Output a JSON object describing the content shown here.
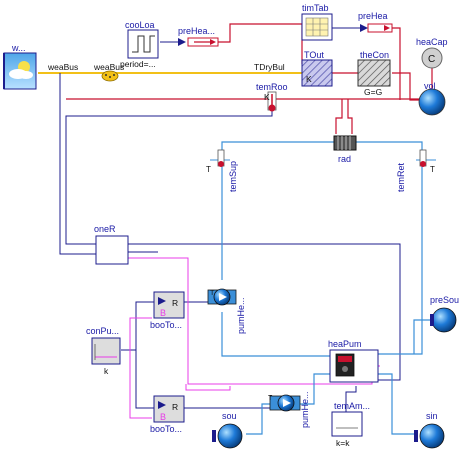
{
  "labels": {
    "weather": "w...",
    "weaBus": "weaBus",
    "weaBus2": "weaBus",
    "cooLoa": "cooLoa",
    "period": "period=...",
    "preHea1": "preHea...",
    "timTab": "timTab",
    "preHea2": "preHea",
    "heaCap": "heaCap",
    "heaCapSym": "C",
    "tout": "TOut",
    "toutK": "K",
    "theCon": "theCon",
    "theConGG": "G=G",
    "tdrybul": "TDryBul",
    "vol": "vol",
    "temRoo": "temRoo",
    "temRooK": "K",
    "rad": "rad",
    "temSup": "temSup",
    "temRet": "temRet",
    "tSym1": "T",
    "tSym2": "T",
    "oneR": "oneR",
    "pumHe1": "pumHe...",
    "pumHe2": "pumHe...",
    "booTo1": "booTo...",
    "booTo2": "booTo...",
    "booR": "R",
    "booB": "B",
    "conPu": "conPu...",
    "conPuK": "k",
    "heaPum": "heaPum",
    "temAm": "temAm...",
    "temAmK": "k=k",
    "preSou": "preSou",
    "sou": "sou",
    "sin": "sin"
  },
  "colors": {
    "fluid": "#3b8fd8",
    "bus": "#f2c018",
    "signal": "#1c1c8c",
    "boolean": "#e83ce8",
    "heat": "#c8102e",
    "realOut": "#1a1aa6"
  }
}
